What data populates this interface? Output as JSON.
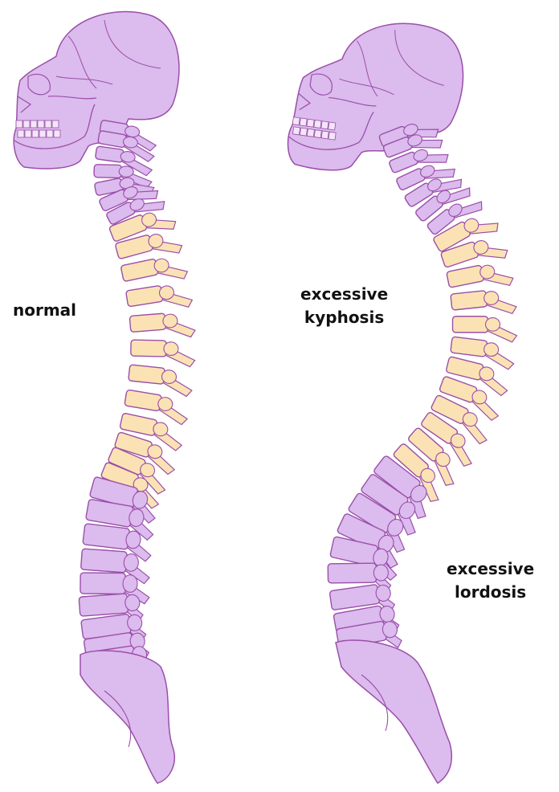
{
  "labels": {
    "normal": "normal",
    "kyphosis_line1": "excessive",
    "kyphosis_line2": "kyphosis",
    "lordosis_line1": "excessive",
    "lordosis_line2": "lordosis"
  },
  "colors": {
    "bone_purple": "#dcbbee",
    "bone_outline": "#9a4fa8",
    "thoracic_yellow": "#fbe2b4",
    "background": "#ffffff",
    "text": "#111111"
  }
}
